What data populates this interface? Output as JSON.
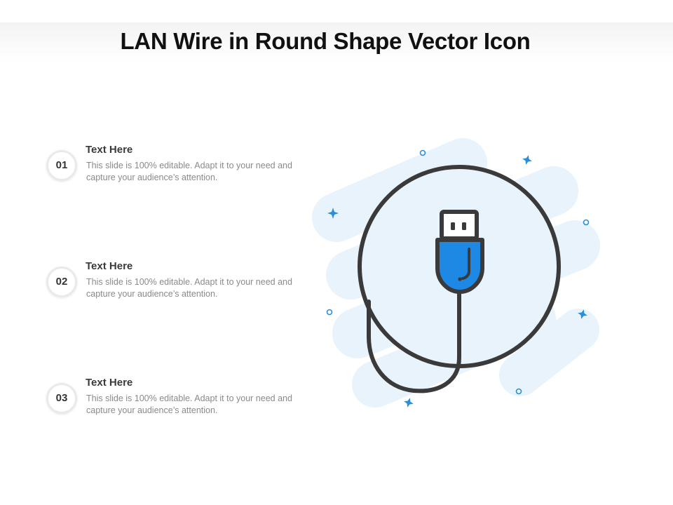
{
  "title": "LAN Wire in Round Shape Vector Icon",
  "items": [
    {
      "number": "01",
      "heading": "Text Here",
      "description": "This slide is 100% editable. Adapt it to your need and capture your audience’s attention."
    },
    {
      "number": "02",
      "heading": "Text Here",
      "description": "This slide is 100% editable. Adapt it to your need and capture your audience’s attention."
    },
    {
      "number": "03",
      "heading": "Text Here",
      "description": "This slide is 100% editable. Adapt it to your need and capture your audience’s attention."
    }
  ],
  "colors": {
    "accent_blue": "#1e88e5",
    "blob_light_blue": "#e8f3fc",
    "outline_dark": "#3a3a3a",
    "sparkle_blue": "#2a8fd8"
  },
  "icon": {
    "name": "usb-cable-round-icon"
  }
}
